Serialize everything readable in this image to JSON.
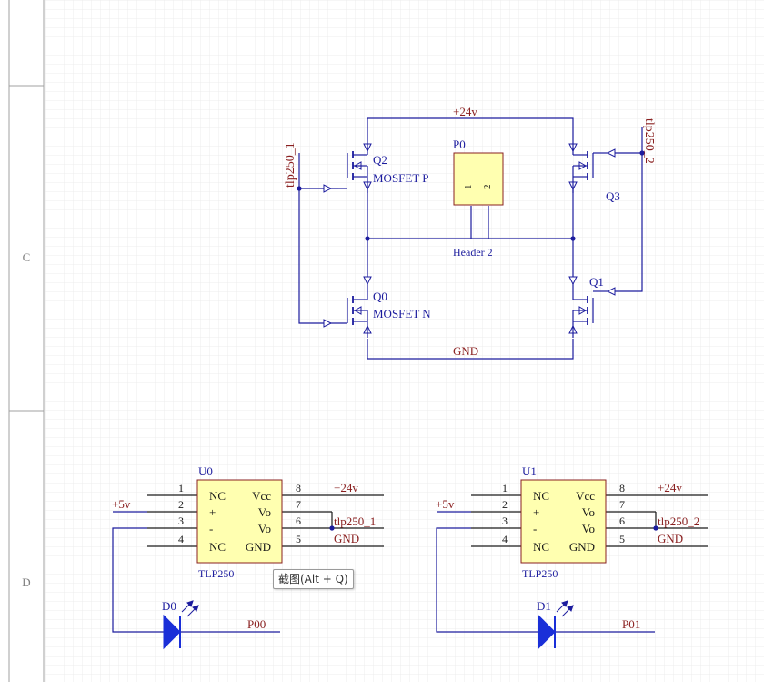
{
  "colors": {
    "wire": "#1c1c9e",
    "component_fill": "#ffffb0",
    "component_border": "#8a2020",
    "net_label": "#8a2020",
    "designator": "#1c1c9e",
    "junction": "#1c1c9e",
    "led_fill": "#1a2fd8",
    "grid": "#e4e4e4",
    "border": "#a0a0a0",
    "zone_text": "#808080"
  },
  "zones": {
    "c": "C",
    "d": "D"
  },
  "nets": {
    "v24_top": "+24v",
    "gnd_top": "GND",
    "tlp250_1_left": "tlp250_1",
    "tlp250_2_right": "tlp250_2"
  },
  "header": {
    "designator": "P0",
    "pin1": "1",
    "pin2": "2",
    "comment": "Header 2"
  },
  "mosfets": {
    "q2": {
      "designator": "Q2",
      "comment": "MOSFET P"
    },
    "q0": {
      "designator": "Q0",
      "comment": "MOSFET N"
    },
    "q3": {
      "designator": "Q3"
    },
    "q1": {
      "designator": "Q1"
    }
  },
  "u0": {
    "designator": "U0",
    "comment": "TLP250",
    "pins": [
      "1",
      "2",
      "3",
      "4",
      "8",
      "7",
      "6",
      "5"
    ],
    "left_labels": [
      "NC",
      "+",
      "-",
      "NC"
    ],
    "right_labels": [
      "Vcc",
      "Vo",
      "Vo",
      "GND"
    ],
    "net_5v": "+5v",
    "net_24v": "+24v",
    "net_out": "tlp250_1",
    "net_gnd": "GND"
  },
  "u1": {
    "designator": "U1",
    "comment": "TLP250",
    "pins": [
      "1",
      "2",
      "3",
      "4",
      "8",
      "7",
      "6",
      "5"
    ],
    "left_labels": [
      "NC",
      "+",
      "-",
      "NC"
    ],
    "right_labels": [
      "Vcc",
      "Vo",
      "Vo",
      "GND"
    ],
    "net_5v": "+5v",
    "net_24v": "+24v",
    "net_out": "tlp250_2",
    "net_gnd": "GND"
  },
  "d0": {
    "designator": "D0",
    "net": "P00"
  },
  "d1": {
    "designator": "D1",
    "net": "P01"
  },
  "tooltip": "截图(Alt + Q)"
}
